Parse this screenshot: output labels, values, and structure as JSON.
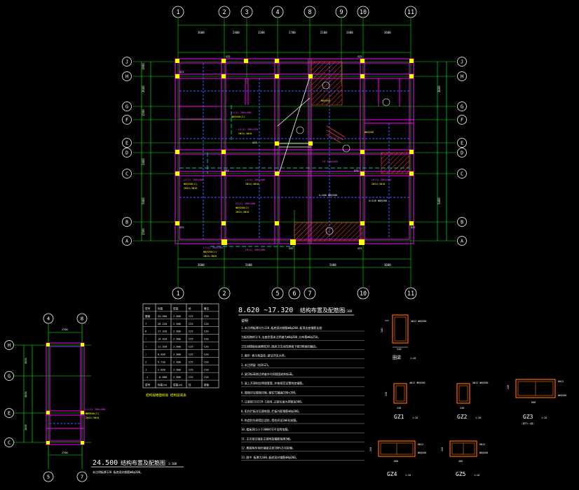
{
  "plan": {
    "top_axes": [
      "1",
      "2",
      "3",
      "4",
      "8",
      "9",
      "10",
      "11"
    ],
    "bottom_axes": [
      "1",
      "2",
      "5",
      "6",
      "7",
      "10",
      "11"
    ],
    "left_axes": [
      "J",
      "H",
      "G",
      "F",
      "E",
      "D",
      "C",
      "B",
      "A"
    ],
    "right_axes": [
      "J",
      "H",
      "G",
      "F",
      "E",
      "D",
      "C",
      "B",
      "A"
    ],
    "column_labels": [
      "GZ1",
      "GZ2",
      "GZ3",
      "GZ2",
      "GZ1",
      "GZ4",
      "GZ5",
      "GZ3",
      "GZ3",
      "GZ1"
    ]
  },
  "small_plan": {
    "top_axes": [
      "4",
      "8"
    ],
    "left_axes": [
      "H",
      "G",
      "E",
      "C"
    ],
    "bottom_axes": [
      "5",
      "7"
    ],
    "title_num": "24.500",
    "title_text": "结构布置及配筋图",
    "scale": "1:100",
    "note": "未注明板厚120 板底双向钢筋Φ8@200。"
  },
  "table": {
    "headers": [
      "层号",
      "标高",
      "层高",
      "砼",
      "备注"
    ],
    "rows": [
      [
        "屋面",
        "24.500",
        "2.900",
        "C25",
        "C20"
      ],
      [
        "7",
        "20.220",
        "2.900",
        "C25",
        "C20"
      ],
      [
        "6",
        "17.320",
        "2.900",
        "C25",
        "C20"
      ],
      [
        "5",
        "14.420",
        "2.900",
        "C25",
        "C20"
      ],
      [
        "4",
        "11.520",
        "2.900",
        "C25",
        "C20"
      ],
      [
        "3",
        "8.620",
        "2.900",
        "C25",
        "C20"
      ],
      [
        "2",
        "5.720",
        "2.900",
        "C25",
        "C20"
      ],
      [
        "1",
        "2.820",
        "2.900",
        "C25",
        "C20"
      ],
      [
        "-1",
        "-0.080",
        "2.900",
        "C25",
        "C20"
      ],
      [
        "层号",
        "标高(m)",
        "层高(m)",
        "柱",
        "梁板"
      ]
    ],
    "caption": "结构层楼面标高 结构层高表"
  },
  "notes": {
    "title_num": "8.620 ~17.320",
    "title_text": "结构布置及配筋图",
    "scale": "1:100",
    "heading": "说明",
    "items": [
      "1.未注明板厚均为120,板底双向钢筋Φ8@200,板顶支座钢筋长度",
      "  为板短跨的1/4,支座负筋未注明者为Φ8@200,分布筋Φ6@250。",
      "  卫生间楼板标高降低50,厨房卫生间四周墙下做200高砼翻边。",
      "2.图中 表示构造柱,做法详见大样。",
      "3.未注明梁 均同GZ1。",
      "4.梁顶标高除注明者外均同楼面结构标高。",
      "5.梁上开洞时应预埋套管,并按规范设置附加钢筋。",
      "6.楼梯详见楼梯详图,梯柱TZ截面200x200。",
      "7.过梁按11G329-1选用,过梁长度为洞宽加500。",
      "8.阳台栏板详见建筑图,栏板内配钢筋Φ6@200。",
      "9.构造柱先砌墙后浇柱,墙柱间设2Φ6拉结筋。",
      "10.楼板洞口小于300时可不设附加筋。",
      "11.主次梁交接处主梁附加箍筋每侧3根。",
      "12.悬挑构件待砼强度达到100%方可拆模。",
      "13.图中 板厚为100,板底双向钢筋Φ8@200。"
    ]
  },
  "details": {
    "top_label": "圈梁",
    "top_scale": "1:20",
    "items": [
      {
        "label": "GZ1",
        "scale": "1:20"
      },
      {
        "label": "GZ2",
        "scale": "1:20"
      },
      {
        "label": "GZ3",
        "scale": "1:20"
      },
      {
        "label": "GZ4",
        "scale": "1:20"
      },
      {
        "label": "GZ5",
        "scale": "1:20"
      }
    ],
    "dims": [
      "200",
      "240",
      "300",
      "600",
      "600"
    ]
  },
  "colors": {
    "background": "#000000",
    "axis": "#00ff00",
    "wall": "#ff00ff",
    "beam": "#4040ff",
    "column": "#ffff00",
    "text": "#ffffff",
    "rebar": "#ff8000",
    "hatch": "#ff0000",
    "dim": "#00ffff"
  }
}
